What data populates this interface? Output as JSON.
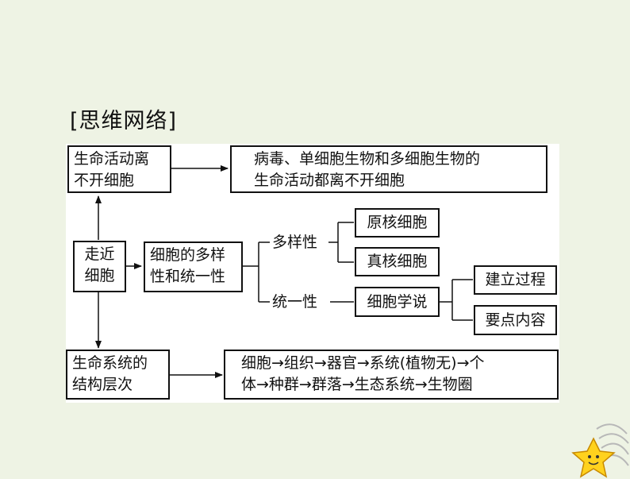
{
  "title": "[思维网络]",
  "nodes": {
    "life_activity": "生命活动离\n不开细胞",
    "life_activity_detail": "病毒、单细胞生物和多细胞生物的\n生命活动都离不开细胞",
    "approach_cell": "走近\n细胞",
    "diversity_unity": "细胞的多样\n性和统一性",
    "diversity": "多样性",
    "prokaryotic": "原核细胞",
    "eukaryotic": "真核细胞",
    "unity": "统一性",
    "cell_theory": "细胞学说",
    "founding_process": "建立过程",
    "key_content": "要点内容",
    "life_system": "生命系统的\n结构层次",
    "life_system_detail": "细胞→组织→器官→系统(植物无)→个\n体→种群→群落→生态系统→生物圈"
  }
}
